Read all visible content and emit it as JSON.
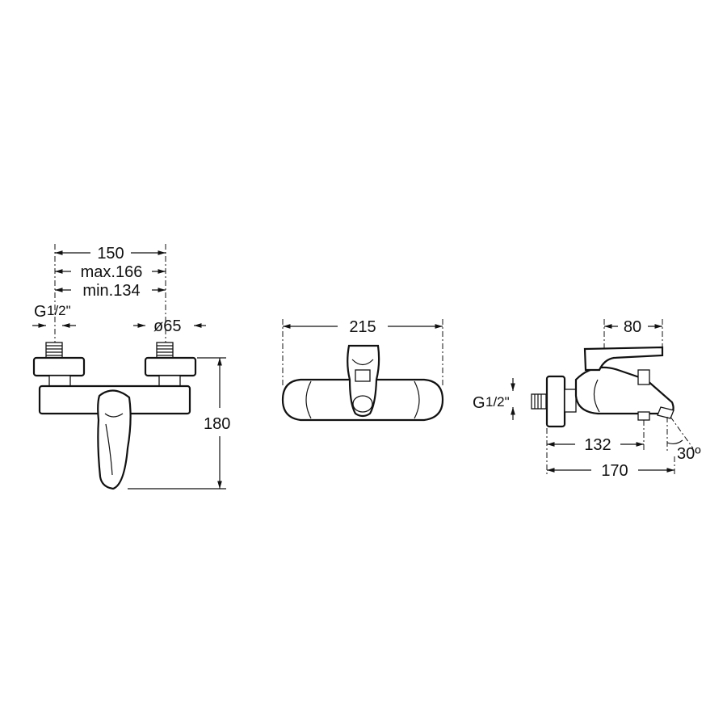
{
  "views": {
    "front": {
      "dim_width": "150",
      "dim_max": "max.166",
      "dim_min": "min.134",
      "thread_g": "G",
      "thread_frac": "1/2\"",
      "dim_diameter": "ø65",
      "dim_height": "180"
    },
    "top": {
      "dim_width": "215"
    },
    "side": {
      "dim_handle": "80",
      "thread_g": "G",
      "thread_frac": "1/2\"",
      "dim_depth_inner": "132",
      "dim_depth_outer": "170",
      "dim_angle": "30º"
    }
  }
}
